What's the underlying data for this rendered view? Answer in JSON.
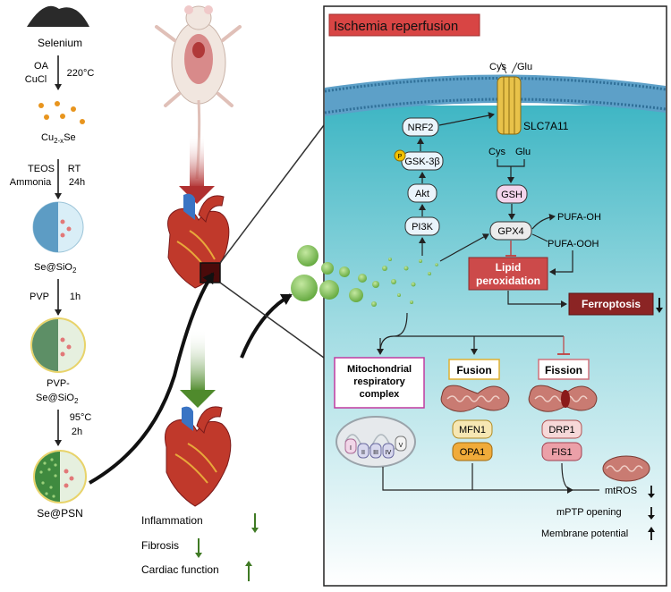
{
  "synthesis": {
    "selenium": "Selenium",
    "step1_left": [
      "OA",
      "CuCl"
    ],
    "step1_right": "220°C",
    "cu_prefix": "Cu",
    "cu_sub": "2-x",
    "cu_suffix": "Se",
    "step2_left": [
      "TEOS",
      "Ammonia"
    ],
    "step2_right": [
      "RT",
      "24h"
    ],
    "sesio_prefix": "Se@SiO",
    "sesio_sub": "2",
    "step3_left": "PVP",
    "step3_right": "1h",
    "pvp_line1": "PVP-",
    "pvp_line2_prefix": "Se@SiO",
    "pvp_line2_sub": "2",
    "step4_right": [
      "95°C",
      "2h"
    ],
    "psn": "Se@PSN"
  },
  "outcomes": {
    "inflammation": "Inflammation",
    "fibrosis": "Fibrosis",
    "cardiac": "Cardiac function"
  },
  "panel": {
    "title": "Ischemia reperfusion",
    "cys_top": "Cys",
    "glu_top": "Glu",
    "slc": "SLC7A11",
    "cys_bottom": "Cys",
    "glu_bottom": "Glu",
    "nrf2": "NRF2",
    "gsk_p": "P",
    "gsk": "GSK-3β",
    "akt": "Akt",
    "pi3k": "PI3K",
    "gsh": "GSH",
    "gpx4": "GPX4",
    "pufa_oh": "PUFA-OH",
    "pufa_ooh": "PUFA-OOH",
    "lipid": [
      "Lipid",
      "peroxidation"
    ],
    "ferroptosis": "Ferroptosis",
    "mito": [
      "Mitochondrial",
      "respiratory",
      "complex"
    ],
    "fusion": "Fusion",
    "fission": "Fission",
    "mfn1": "MFN1",
    "opa1": "OPA1",
    "drp1": "DRP1",
    "fis1": "FIS1",
    "complex_labels": [
      "I",
      "II",
      "III",
      "IV",
      "V"
    ],
    "mtros": "mtROS",
    "mptp": "mPTP opening",
    "membrane": "Membrane potential"
  },
  "colors": {
    "title_bg": "#d84544",
    "ferroptosis_bg": "#8b2424",
    "lipid_bg": "#cc4a4a",
    "membrane_blue": "#5da0c8",
    "cyto_top": "#3fb6c4",
    "down_arrow_red": "#b03030",
    "down_arrow_green": "#4f8a2c",
    "mito_box_border": "#c03aa0",
    "fusion_border": "#e0b030",
    "fission_border": "#d0707a"
  }
}
